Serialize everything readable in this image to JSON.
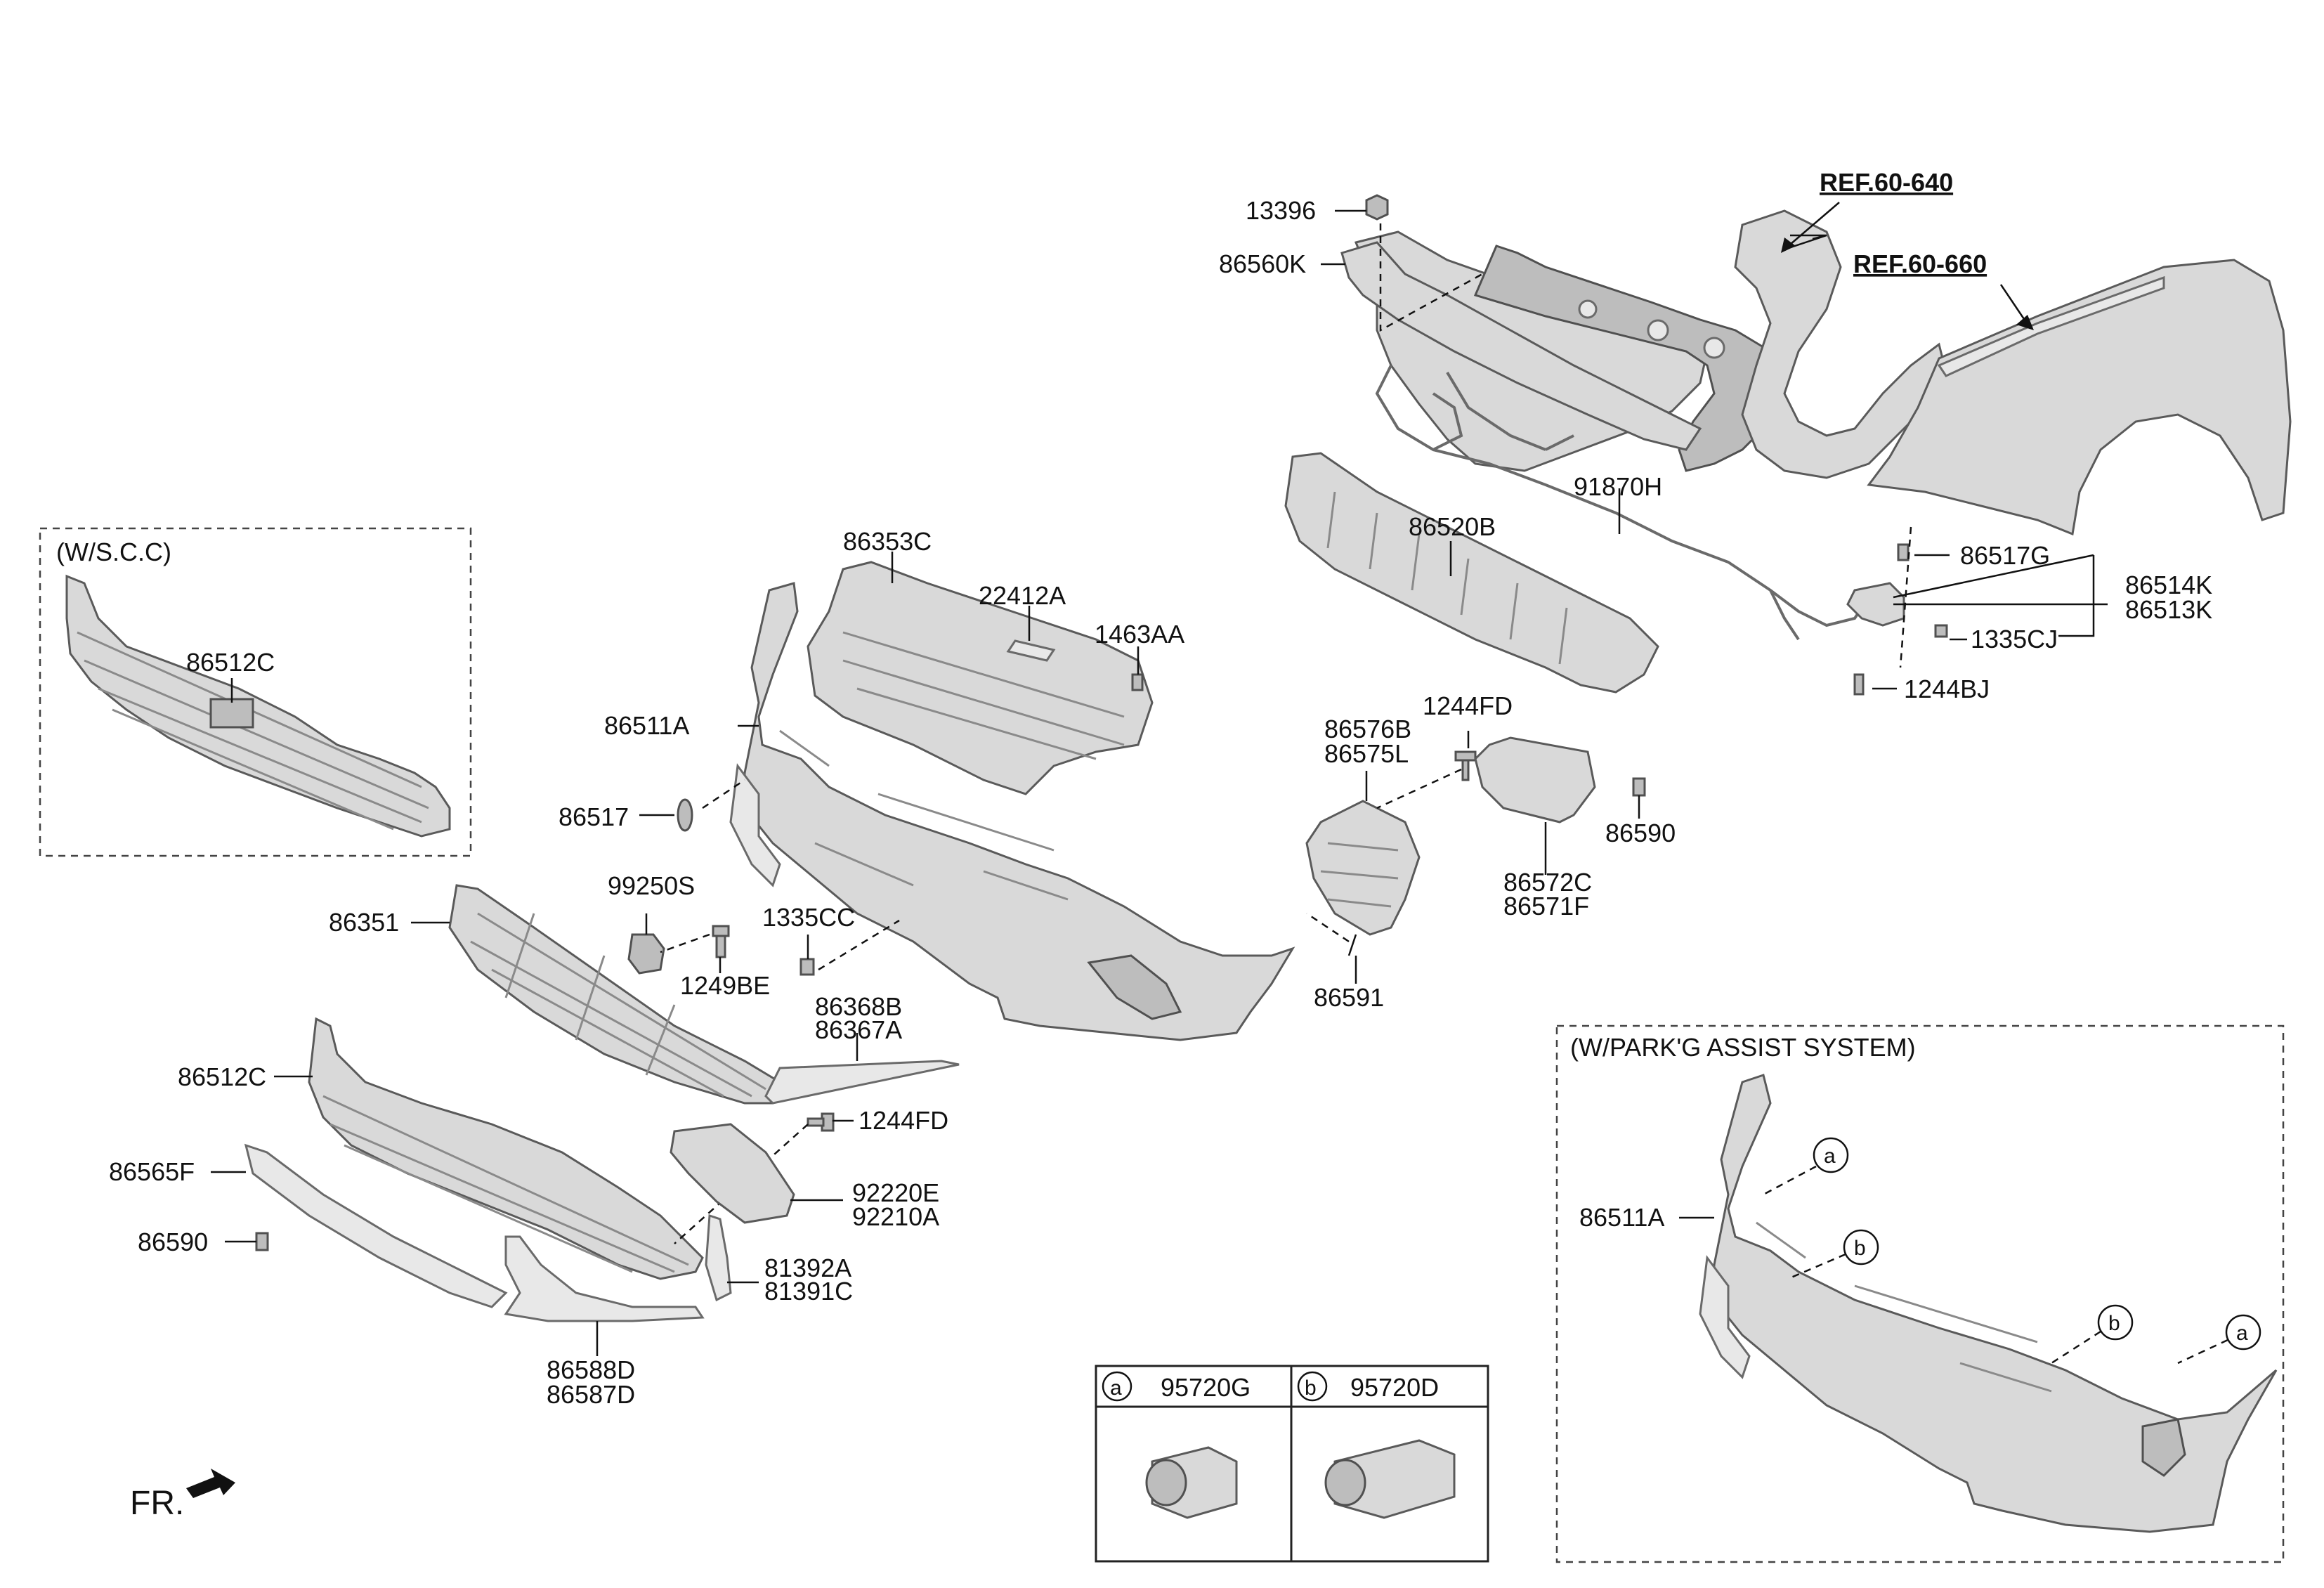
{
  "refs": {
    "ref1": "REF.60-640",
    "ref2": "REF.60-660"
  },
  "boxes": {
    "scc": "(W/S.C.C)",
    "park": "(W/PARK'G ASSIST SYSTEM)"
  },
  "labels": {
    "l13396": "13396",
    "l86560K": "86560K",
    "l91870H": "91870H",
    "l86520B": "86520B",
    "l86517G": "86517G",
    "l86514K": "86514K",
    "l86513K": "86513K",
    "l1335CJ": "1335CJ",
    "l1244BJ": "1244BJ",
    "l86353C": "86353C",
    "l22412A": "22412A",
    "l1463AA": "1463AA",
    "l86511A": "86511A",
    "l86576B": "86576B",
    "l86575L": "86575L",
    "l1244FD_top": "1244FD",
    "l86590_right": "86590",
    "l86572C": "86572C",
    "l86571F": "86571F",
    "l86512C_top": "86512C",
    "l86517": "86517",
    "l99250S": "99250S",
    "l1335CC": "1335CC",
    "l86351": "86351",
    "l1249BE": "1249BE",
    "l86368B": "86368B",
    "l86367A": "86367A",
    "l86591": "86591",
    "l86512C": "86512C",
    "l1244FD": "1244FD",
    "l86565F": "86565F",
    "l92220E": "92220E",
    "l92210A": "92210A",
    "l86590": "86590",
    "l81392A": "81392A",
    "l81391C": "81391C",
    "l86588D": "86588D",
    "l86587D": "86587D",
    "l86511A_park": "86511A",
    "fr": "FR."
  },
  "sensor_table": {
    "a_letter": "a",
    "a_part": "95720G",
    "b_letter": "b",
    "b_part": "95720D"
  },
  "callouts": {
    "a": "a",
    "b": "b"
  }
}
